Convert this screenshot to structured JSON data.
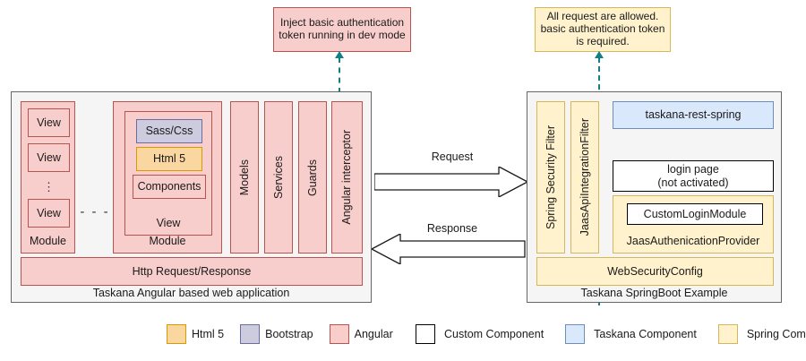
{
  "notes": {
    "angular_note": "Inject basic authentication token running in dev mode",
    "spring_note": "All request are allowed. basic authentication token is required."
  },
  "left_panel": {
    "caption": "Taskana Angular based web application",
    "module_left": {
      "label": "Module",
      "views": [
        "View",
        "View",
        "View"
      ],
      "vertical_ellipsis": "⋮"
    },
    "between_modules": "- - -",
    "module_right": {
      "label": "Module",
      "view_label": "View",
      "items": [
        {
          "label": "Sass/Css",
          "kind": "bootstrap"
        },
        {
          "label": "Html 5",
          "kind": "html5"
        },
        {
          "label": "Components",
          "kind": "angular"
        }
      ]
    },
    "columns": [
      "Models",
      "Services",
      "Guards",
      "Angular interceptor"
    ],
    "http_bar": "Http Request/Response"
  },
  "arrows": {
    "request": "Request",
    "response": "Response"
  },
  "right_panel": {
    "caption": "Taskana SpringBoot Example",
    "filters": [
      "Spring Security Filter",
      "JaasApiIntegrationFilter"
    ],
    "rest": "taskana-rest-spring",
    "login_page_line1": "login page",
    "login_page_line2": "(not activated)",
    "custom_login_module": "CustomLoginModule",
    "jaas_provider": "JaasAuthenicationProvider",
    "web_security_config": "WebSecurityConfig"
  },
  "legend": {
    "left_items": [
      {
        "label": "Html 5",
        "kind": "html5"
      },
      {
        "label": "Bootstrap",
        "kind": "bootstrap"
      },
      {
        "label": "Angular",
        "kind": "angular"
      }
    ],
    "right_items": [
      {
        "label": "Custom Component",
        "kind": "custom"
      },
      {
        "label": "Taskana Component",
        "kind": "taskana"
      },
      {
        "label": "Spring Component",
        "kind": "spring"
      }
    ]
  },
  "colors": {
    "angular_fill": "#f8cecc",
    "angular_stroke": "#b85450",
    "bootstrap_fill": "#ccccde",
    "bootstrap_stroke": "#6c6c9e",
    "html5_fill": "#fad7a0",
    "html5_stroke": "#d79b00",
    "spring_fill": "#fff2cc",
    "spring_stroke": "#d6b656",
    "taskana_fill": "#dae8fc",
    "taskana_stroke": "#6c8ebf",
    "custom_fill": "#ffffff",
    "custom_stroke": "#000000",
    "connector": "#127f86",
    "panel_fill": "#f5f5f5",
    "panel_stroke": "#666666"
  }
}
